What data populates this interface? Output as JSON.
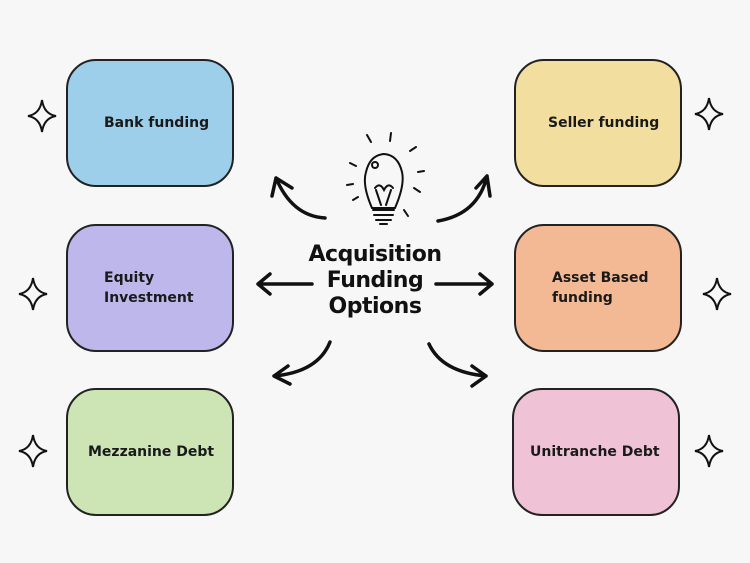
{
  "title": {
    "line1": "Acquisition",
    "line2": "Funding",
    "line3": "Options"
  },
  "boxes": {
    "bank": {
      "label": "Bank funding",
      "color": "#9dcfea"
    },
    "equity": {
      "label": "Equity Investment",
      "color": "#bdb7ec"
    },
    "mezzanine": {
      "label": "Mezzanine Debt",
      "color": "#cde4b4"
    },
    "seller": {
      "label": "Seller funding",
      "color": "#f2df9f"
    },
    "asset": {
      "label": "Asset Based funding",
      "color": "#f3b994"
    },
    "unitranche": {
      "label": "Unitranche Debt",
      "color": "#efc2d6"
    }
  }
}
